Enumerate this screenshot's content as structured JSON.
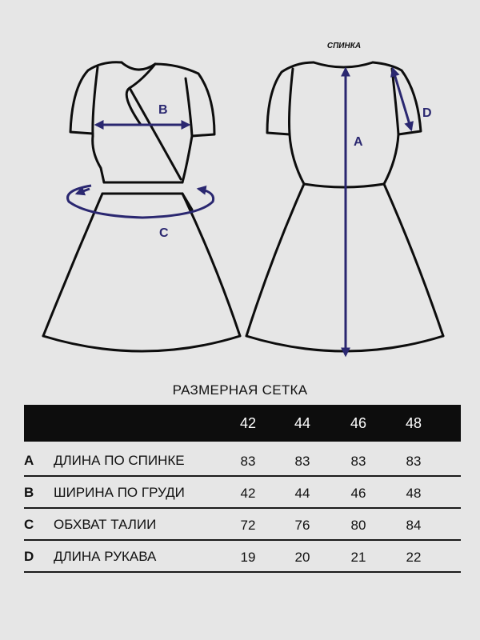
{
  "diagram": {
    "back_label": "СПИНКА",
    "measure_labels": {
      "a": "A",
      "b": "B",
      "c": "C",
      "d": "D"
    },
    "colors": {
      "outline": "#0d0d0d",
      "arrow": "#2a2770",
      "background": "#e6e6e6"
    }
  },
  "table": {
    "title": "РАЗМЕРНАЯ СЕТКА",
    "sizes": [
      "42",
      "44",
      "46",
      "48"
    ],
    "rows": [
      {
        "letter": "A",
        "name": "ДЛИНА ПО СПИНКЕ",
        "values": [
          "83",
          "83",
          "83",
          "83"
        ]
      },
      {
        "letter": "B",
        "name": "ШИРИНА ПО ГРУДИ",
        "values": [
          "42",
          "44",
          "46",
          "48"
        ]
      },
      {
        "letter": "C",
        "name": "ОБХВАТ ТАЛИИ",
        "values": [
          "72",
          "76",
          "80",
          "84"
        ]
      },
      {
        "letter": "D",
        "name": "ДЛИНА РУКАВА",
        "values": [
          "19",
          "20",
          "21",
          "22"
        ]
      }
    ]
  }
}
